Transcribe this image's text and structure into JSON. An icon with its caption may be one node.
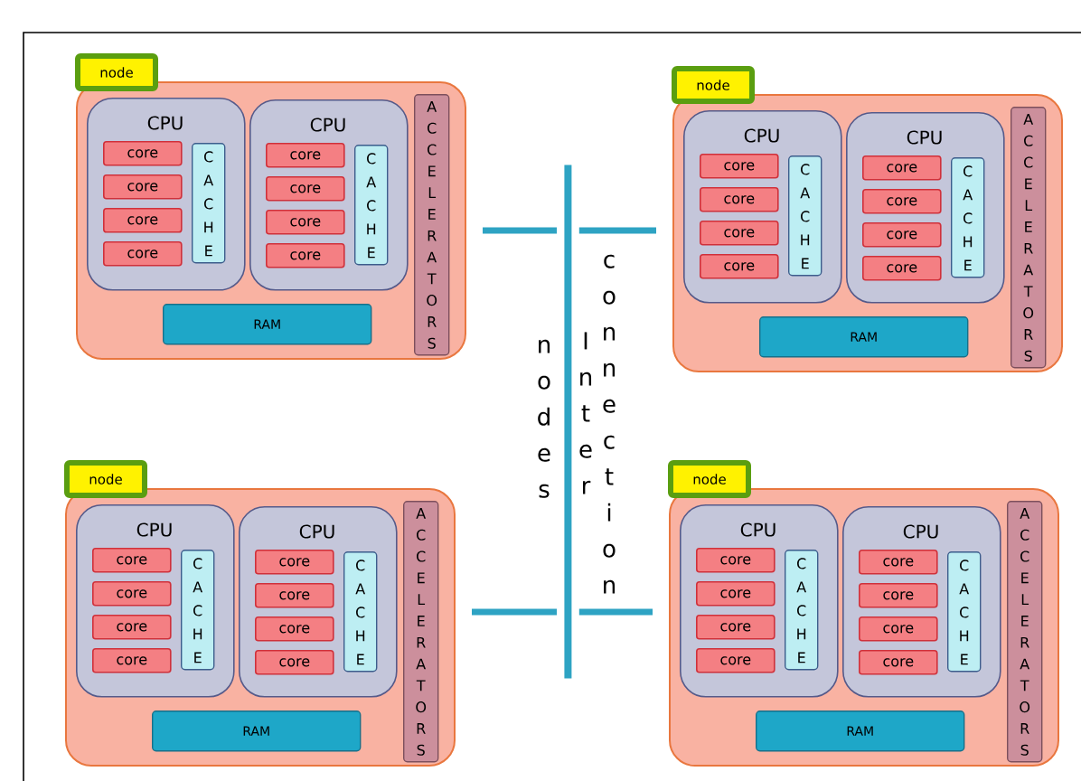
{
  "diagram": {
    "nodes": [
      {
        "text": [
          "node"
        ]
      },
      {
        "text": [
          "CPU"
        ],
        "in": 0
      },
      {
        "text": [
          "core"
        ],
        "in": 1
      },
      {
        "text": [
          "core"
        ],
        "in": 1
      },
      {
        "text": [
          "core"
        ],
        "in": 1
      },
      {
        "text": [
          "core"
        ],
        "in": 1
      },
      {
        "text": [
          "CACHE"
        ],
        "in": 1
      },
      {
        "text": [
          "CPU"
        ],
        "in": 0
      },
      {
        "text": [
          "core"
        ],
        "in": 7
      },
      {
        "text": [
          "core"
        ],
        "in": 7
      },
      {
        "text": [
          "core"
        ],
        "in": 7
      },
      {
        "text": [
          "core"
        ],
        "in": 7
      },
      {
        "text": [
          "CACHE"
        ],
        "in": 7
      },
      {
        "text": [
          "RAM"
        ],
        "in": 0
      },
      {
        "text": [
          "ACCELERATORS"
        ],
        "in": 0
      },
      {
        "text": [
          "node"
        ]
      },
      {
        "text": [
          "CPU"
        ],
        "in": 15
      },
      {
        "text": [
          "core"
        ],
        "in": 16
      },
      {
        "text": [
          "core"
        ],
        "in": 16
      },
      {
        "text": [
          "core"
        ],
        "in": 16
      },
      {
        "text": [
          "core"
        ],
        "in": 16
      },
      {
        "text": [
          "CACHE"
        ],
        "in": 16
      },
      {
        "text": [
          "CPU"
        ],
        "in": 15
      },
      {
        "text": [
          "core"
        ],
        "in": 22
      },
      {
        "text": [
          "core"
        ],
        "in": 22
      },
      {
        "text": [
          "core"
        ],
        "in": 22
      },
      {
        "text": [
          "core"
        ],
        "in": 22
      },
      {
        "text": [
          "CACHE"
        ],
        "in": 22
      },
      {
        "text": [
          "RAM"
        ],
        "in": 15
      },
      {
        "text": [
          "ACCELERATORS"
        ],
        "in": 15
      },
      {
        "text": [
          "node"
        ]
      },
      {
        "text": [
          "CPU"
        ],
        "in": 30
      },
      {
        "text": [
          "core"
        ],
        "in": 31
      },
      {
        "text": [
          "core"
        ],
        "in": 31
      },
      {
        "text": [
          "core"
        ],
        "in": 31
      },
      {
        "text": [
          "core"
        ],
        "in": 31
      },
      {
        "text": [
          "CACHE"
        ],
        "in": 31
      },
      {
        "text": [
          "CPU"
        ],
        "in": 30
      },
      {
        "text": [
          "core"
        ],
        "in": 37
      },
      {
        "text": [
          "core"
        ],
        "in": 37
      },
      {
        "text": [
          "core"
        ],
        "in": 37
      },
      {
        "text": [
          "core"
        ],
        "in": 37
      },
      {
        "text": [
          "CACHE"
        ],
        "in": 37
      },
      {
        "text": [
          "RAM"
        ],
        "in": 30
      },
      {
        "text": [
          "ACCELERATORS"
        ],
        "in": 30
      },
      {
        "text": [
          "node"
        ]
      },
      {
        "text": [
          "CPU"
        ],
        "in": 45
      },
      {
        "text": [
          "core"
        ],
        "in": 46
      },
      {
        "text": [
          "core"
        ],
        "in": 46
      },
      {
        "text": [
          "core"
        ],
        "in": 46
      },
      {
        "text": [
          "core"
        ],
        "in": 46
      },
      {
        "text": [
          "CACHE"
        ],
        "in": 46
      },
      {
        "text": [
          "CPU"
        ],
        "in": 45
      },
      {
        "text": [
          "core"
        ],
        "in": 52
      },
      {
        "text": [
          "core"
        ],
        "in": 52
      },
      {
        "text": [
          "core"
        ],
        "in": 52
      },
      {
        "text": [
          "core"
        ],
        "in": 52
      },
      {
        "text": [
          "CACHE"
        ],
        "in": 52
      },
      {
        "text": [
          "RAM"
        ],
        "in": 45
      },
      {
        "text": [
          "ACCELERATORS"
        ],
        "in": 45
      },
      {
        "text": [],
        "shape": "bar",
        "beside": [
          "nodes",
          "Inter",
          "connection"
        ]
      }
    ],
    "edges": [
      {
        "from": 0,
        "to": 60,
        "arrow": "none"
      },
      {
        "from": 15,
        "to": 60,
        "arrow": "none"
      },
      {
        "from": 30,
        "to": 60,
        "arrow": "none"
      },
      {
        "from": 45,
        "to": 60,
        "arrow": "none"
      }
    ]
  }
}
